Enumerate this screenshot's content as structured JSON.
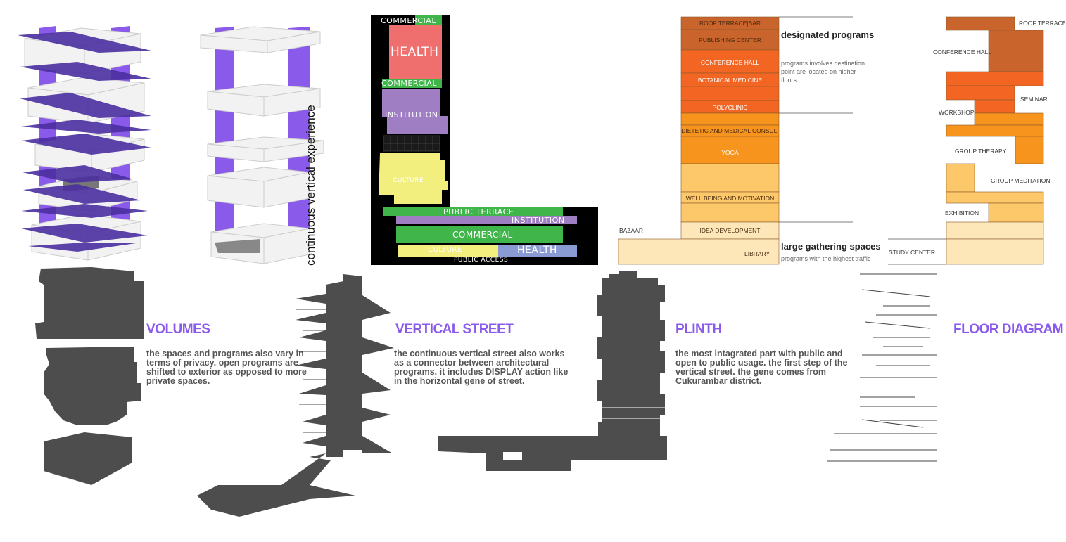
{
  "sections": {
    "volumes": {
      "title": "VOLUMES",
      "desc": "the spaces and programs also vary in terms of privacy. open programs are shifted to exterior as opposed to more private spaces."
    },
    "vertical_street": {
      "title": "VERTICAL STREET",
      "desc": "the continuous vertical street  also works as a connector between architectural programs. it includes DISPLAY action like in the horizontal gene of street."
    },
    "plinth": {
      "title": "PLINTH",
      "desc": "the most intagrated part with public and open to public usage. the first step of the vertical street. the gene comes from Cukurambar district."
    },
    "floor_diagram": {
      "title": "FLOOR DIAGRAM"
    }
  },
  "vertical_diagram": {
    "side_label": "continuous vertical experience",
    "labels": {
      "commercial_top": "COMMERCIAL",
      "health_top": "HEALTH",
      "commercial_mid": "COMMERCIAL",
      "institution_top": "INSTITUTION",
      "culture_top": "CULTURE",
      "public_terrace": "PUBLIC TERRACE",
      "institution_low": "INSTITUTION",
      "commercial_low": "COMMERCIAL",
      "culture_low": "CULTURE",
      "health_low": "HEALTH",
      "public_access": "PUBLIC ACCESS"
    },
    "colors": {
      "commercial": "#3fb54a",
      "health": "#ef6f6e",
      "institution": "#a07ec3",
      "culture": "#f2ef7e",
      "health_low": "#8a9bd3"
    }
  },
  "program_stack": {
    "items": [
      "ROOF TERRACE|BAR",
      "PUBLISHING CENTER",
      "CONFERENCE HALL",
      "BOTANICAL MEDICINE",
      "POLYCLINIC",
      "DIETETIC AND MEDICAL CONSUL.",
      "YOGA",
      "WELL BEING AND MOTIVATION",
      "IDEA DEVELOPMENT",
      "LIBRARY"
    ],
    "bazaar": "BAZAAR",
    "designated_title": "designated programs",
    "designated_desc": "programs involves destination point are located on higher floors",
    "gathering_title": "large gathering spaces",
    "gathering_desc": "programs with the highest traffic"
  },
  "floor_diagram": {
    "labels": [
      "ROOF TERRACE|BAR",
      "CONFERENCE HALL",
      "SEMINAR",
      "WORKSHOP",
      "GROUP THERAPY",
      "GROUP MEDITATION",
      "EXHIBITION",
      "STUDY CENTER"
    ]
  },
  "palette": {
    "purple": "#8a5bea",
    "dark_gray": "#4d4d4d",
    "orange_dark": "#c8642c",
    "orange": "#f26522",
    "amber": "#f6941d",
    "light_amber": "#fcc86a",
    "pale": "#fde7b8"
  }
}
